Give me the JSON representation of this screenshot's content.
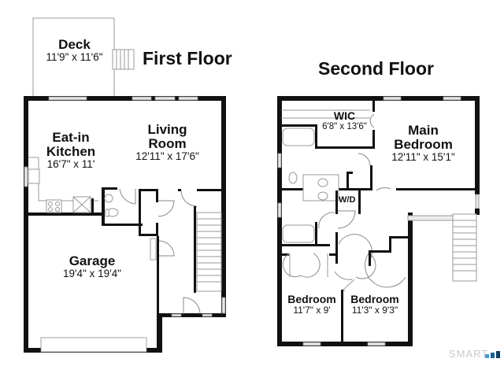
{
  "floors": {
    "first": {
      "title": "First Floor",
      "rooms": [
        {
          "name": "Deck",
          "dimensions": "11'9\" x 11'6\""
        },
        {
          "name": "Eat-in Kitchen",
          "name_line1": "Eat-in",
          "name_line2": "Kitchen",
          "dimensions": "16'7\" x 11'"
        },
        {
          "name": "Living Room",
          "name_line1": "Living",
          "name_line2": "Room",
          "dimensions": "12'11\" x 17'6\""
        },
        {
          "name": "Garage",
          "dimensions": "19'4\" x 19'4\""
        }
      ]
    },
    "second": {
      "title": "Second Floor",
      "rooms": [
        {
          "name": "WIC",
          "dimensions": "6'8\" x 13'6\""
        },
        {
          "name": "Main Bedroom",
          "name_line1": "Main",
          "name_line2": "Bedroom",
          "dimensions": "12'11\" x 15'1\""
        },
        {
          "name": "W/D",
          "dimensions": ""
        },
        {
          "name": "Bedroom",
          "dimensions": "11'7\" x 9'"
        },
        {
          "name": "Bedroom",
          "dimensions": "11'3\" x 9'3\""
        }
      ]
    }
  },
  "watermark": {
    "text": "SMART",
    "bar_colors": [
      "#3aa0d8",
      "#1f5f99",
      "#0f3b66"
    ]
  }
}
